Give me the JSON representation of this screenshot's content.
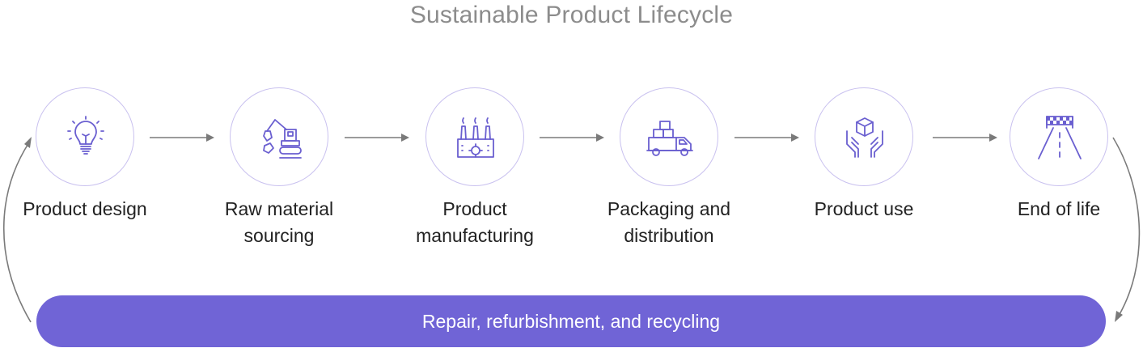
{
  "title": "Sustainable Product Lifecycle",
  "stages": [
    {
      "label": "Product design",
      "icon": "lightbulb-icon"
    },
    {
      "label": "Raw material sourcing",
      "icon": "excavator-icon"
    },
    {
      "label": "Product manufacturing",
      "icon": "factory-icon"
    },
    {
      "label": "Packaging and distribution",
      "icon": "delivery-truck-icon"
    },
    {
      "label": "Product use",
      "icon": "hands-holding-box-icon"
    },
    {
      "label": "End of life",
      "icon": "finish-line-road-icon"
    }
  ],
  "loop": {
    "label": "Repair, refurbishment, and recycling"
  },
  "colors": {
    "accent": "#7064d6",
    "icon_stroke": "#6a5fd0",
    "circle_border": "#c9c1ef",
    "arrow": "#7a7a7a",
    "title": "#8c8c8c"
  }
}
